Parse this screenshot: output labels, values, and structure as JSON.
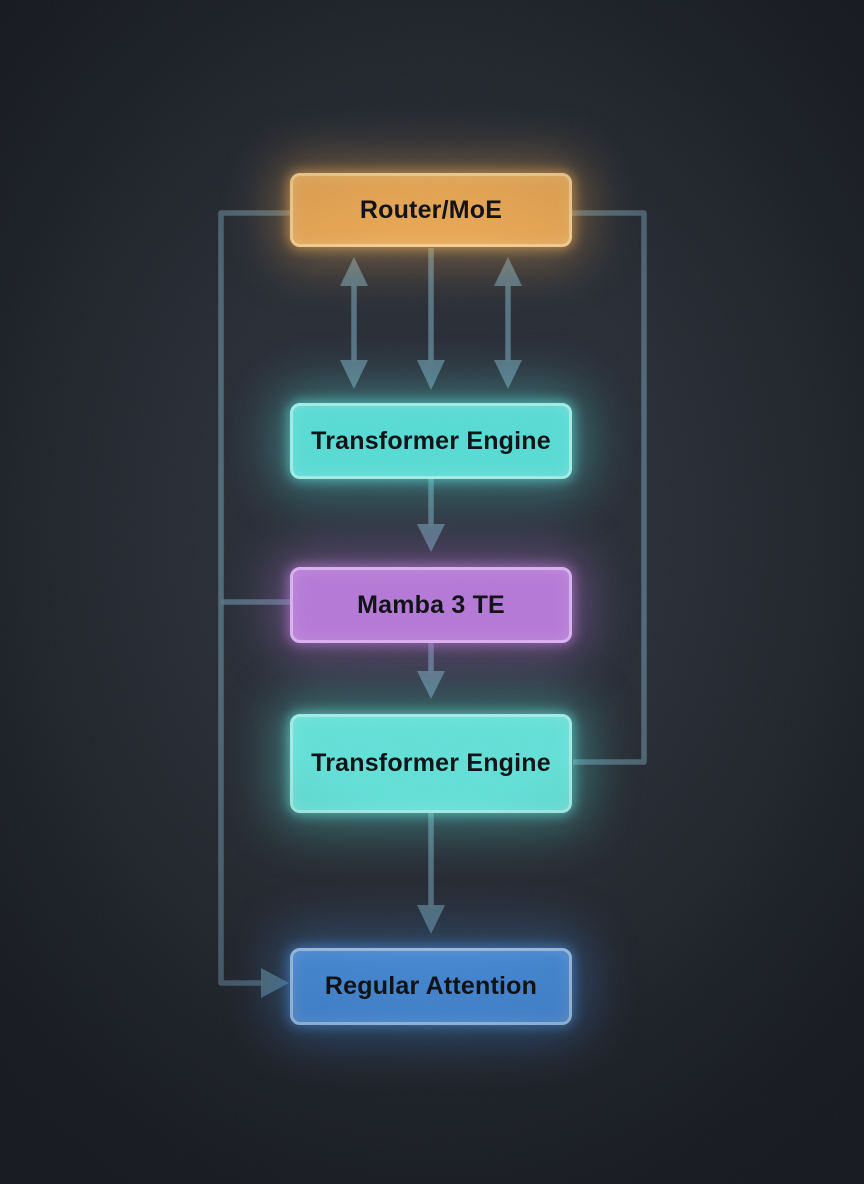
{
  "diagram": {
    "type": "flowchart",
    "background_color": "#272c35",
    "connector_color": "#5a7787",
    "text_color": "#0e1114",
    "nodes": {
      "router": {
        "label": "Router/MoE",
        "fill": "#e9a855",
        "border": "#f4cf92",
        "glow_rgb": "236,171,87"
      },
      "te1": {
        "label": "Transformer Engine",
        "fill": "#58dbd4",
        "border": "#a3ebe6",
        "glow_rgb": "88,219,212"
      },
      "mamba": {
        "label": "Mamba 3 TE",
        "fill": "#b579d7",
        "border": "#d9b2ef",
        "glow_rgb": "181,121,215"
      },
      "te2": {
        "label": "Transformer Engine",
        "fill": "#63e0d7",
        "border": "#a3ebe6",
        "glow_rgb": "92,224,214"
      },
      "attn": {
        "label": "Regular Attention",
        "fill": "#4b95e9",
        "border": "#aacdf4",
        "glow_rgb": "77,150,233"
      }
    },
    "edges": [
      {
        "from": "router",
        "to": "te1",
        "style": "double-headed-arrow",
        "position": "left"
      },
      {
        "from": "router",
        "to": "te1",
        "style": "arrow-down",
        "position": "center"
      },
      {
        "from": "router",
        "to": "te1",
        "style": "double-headed-arrow",
        "position": "right"
      },
      {
        "from": "te1",
        "to": "mamba",
        "style": "arrow-down"
      },
      {
        "from": "mamba",
        "to": "te2",
        "style": "arrow-down"
      },
      {
        "from": "te2",
        "to": "attn",
        "style": "arrow-down"
      },
      {
        "from": "router",
        "to": "attn",
        "style": "elbow-left-rail-arrow"
      },
      {
        "from": "router",
        "to": "mamba",
        "style": "elbow-left-rail-branch-line"
      },
      {
        "from": "router",
        "to": "te2",
        "style": "elbow-right-rail-line"
      }
    ]
  }
}
